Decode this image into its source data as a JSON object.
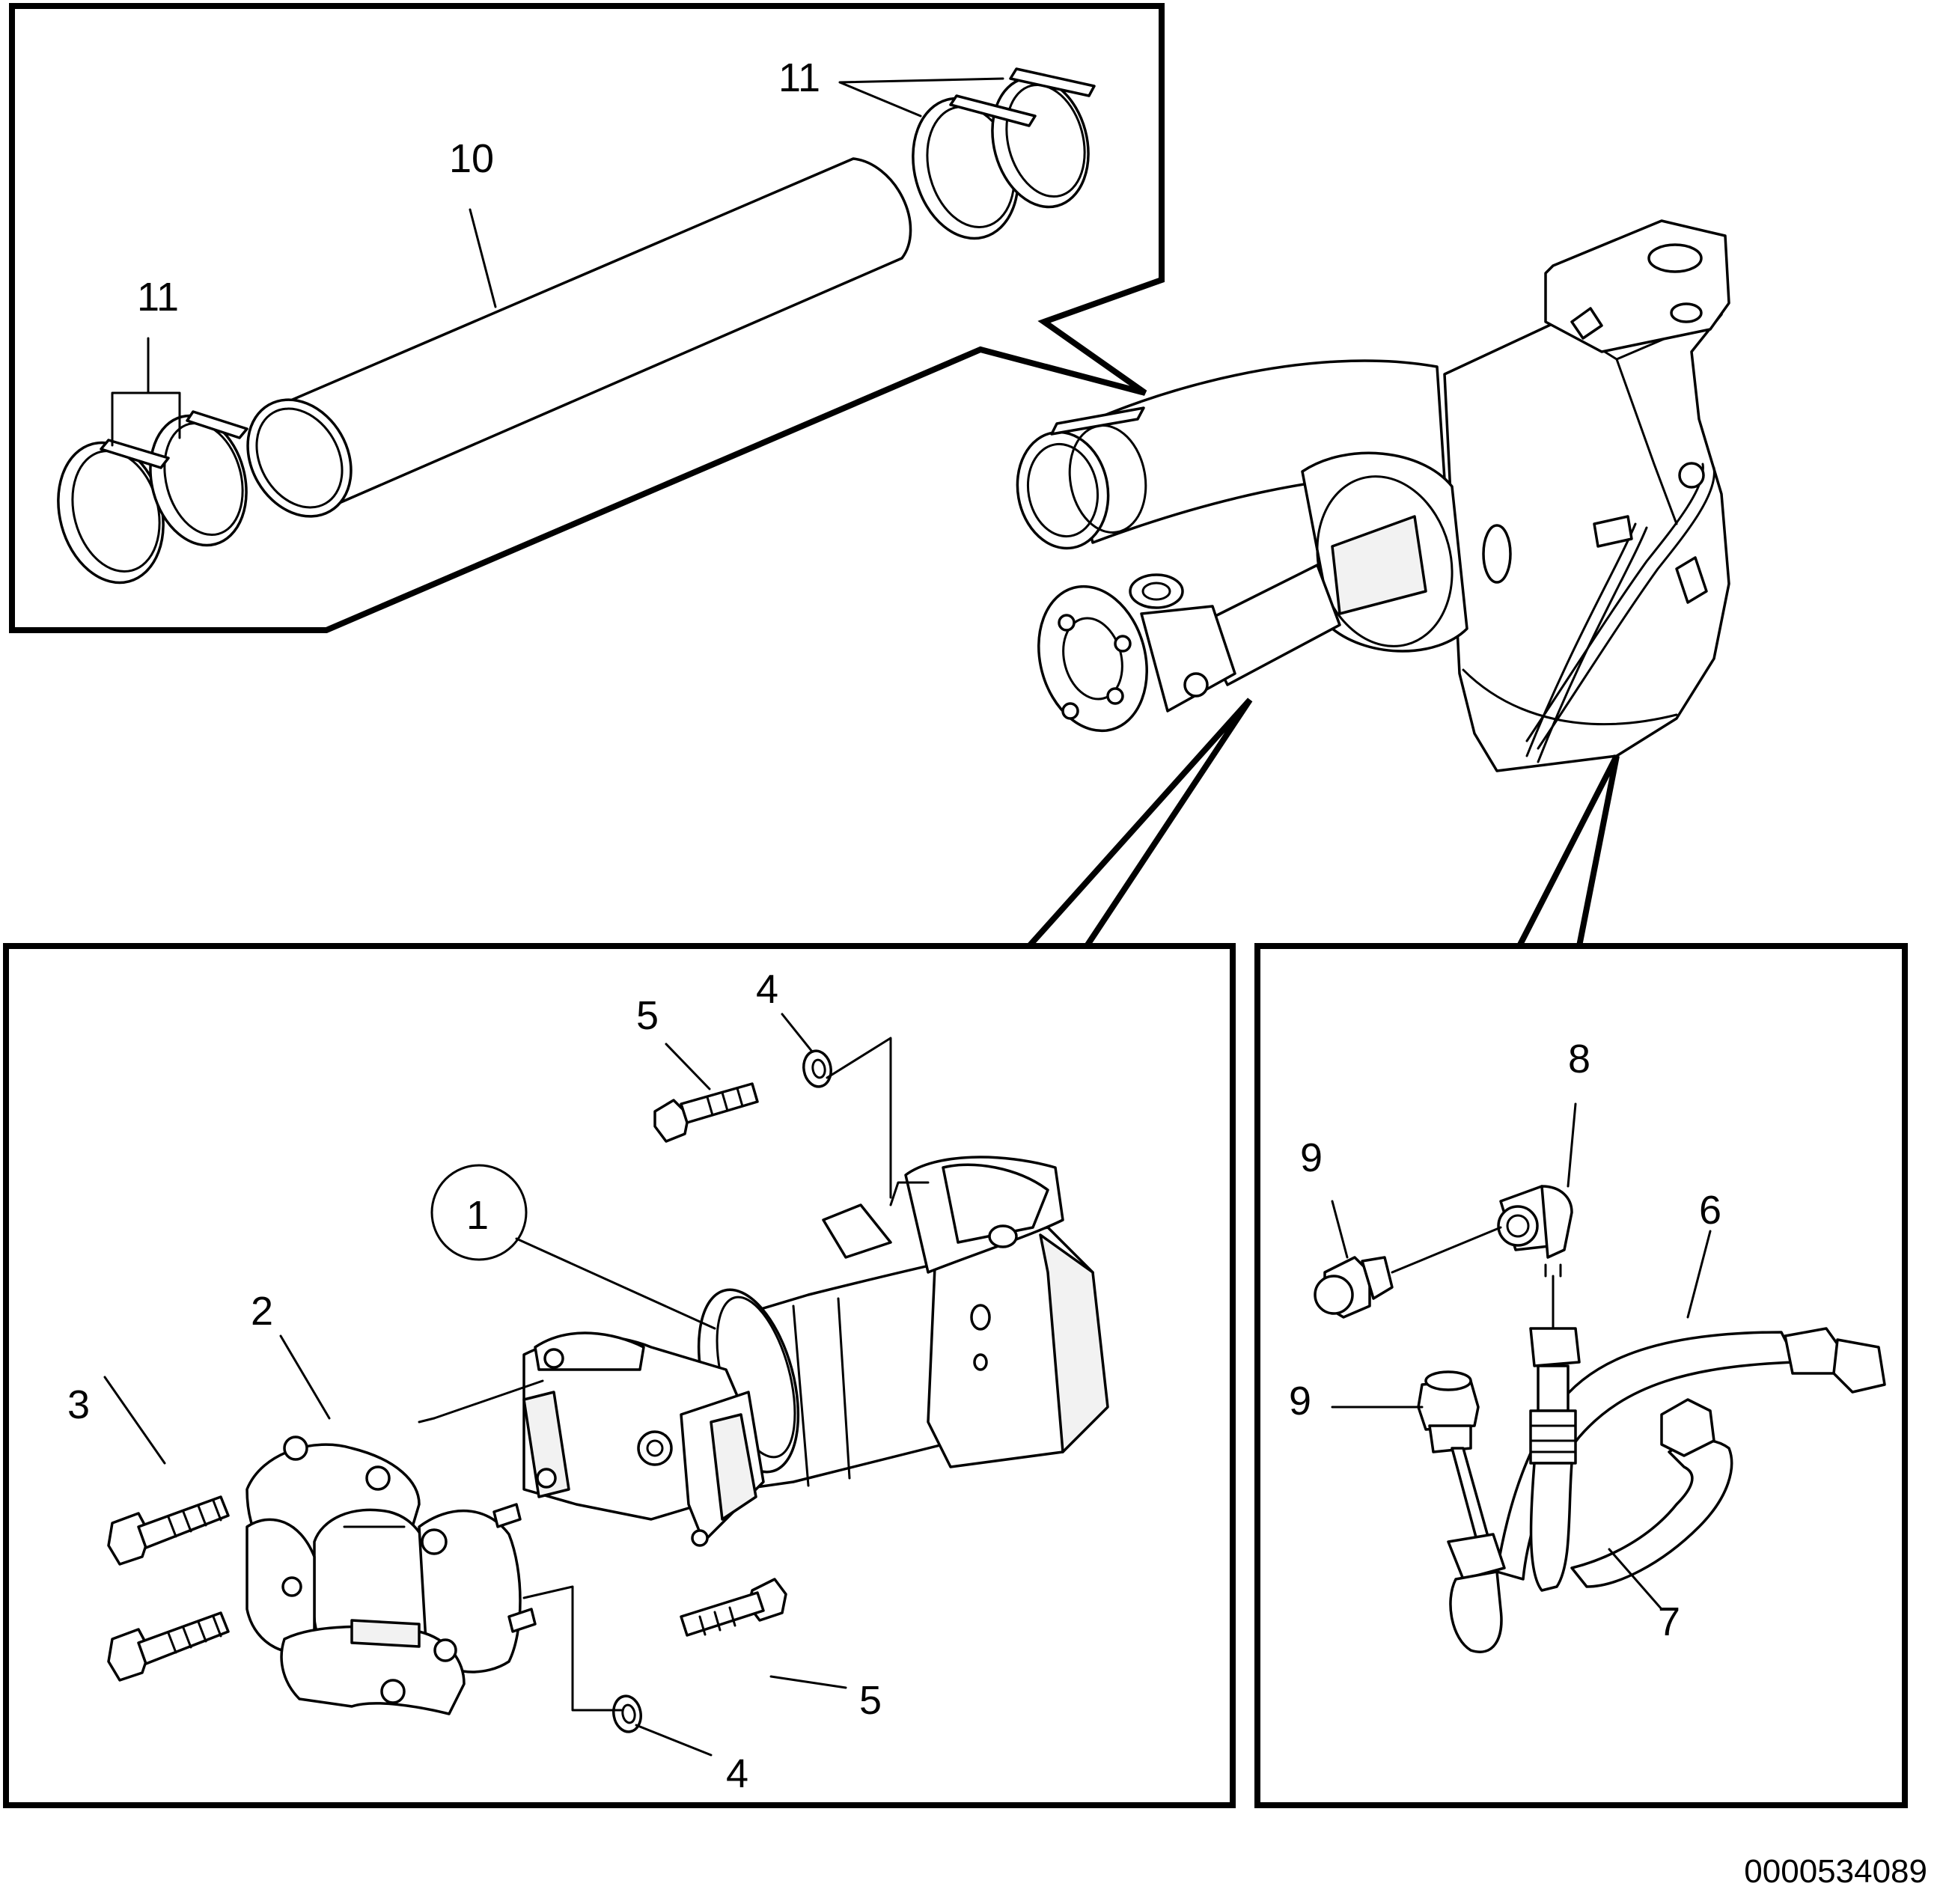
{
  "document_id": "0000534089",
  "callouts": {
    "c1": "1",
    "c2": "2",
    "c3": "3",
    "c4a": "4",
    "c4b": "4",
    "c5a": "5",
    "c5b": "5",
    "c6": "6",
    "c7": "7",
    "c8": "8",
    "c9a": "9",
    "c9b": "9",
    "c10": "10",
    "c11a": "11",
    "c11b": "11"
  }
}
